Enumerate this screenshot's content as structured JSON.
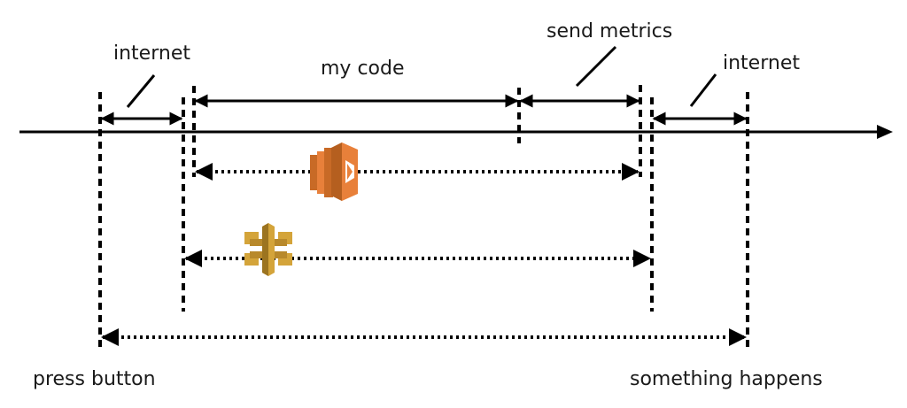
{
  "labels": {
    "internet_left": "internet",
    "my_code": "my code",
    "send_metrics": "send metrics",
    "internet_right": "internet",
    "press_button": "press button",
    "something_happens": "something happens"
  },
  "icons": {
    "lambda": "aws-lambda-icon",
    "api_gateway": "aws-api-gateway-icon"
  },
  "colors": {
    "line": "#000000",
    "text": "#1a1a1a",
    "lambda_orange": "#e8803a",
    "lambda_dark": "#b55f1f",
    "api_gold": "#d4a43a",
    "api_dark": "#9c7420"
  }
}
